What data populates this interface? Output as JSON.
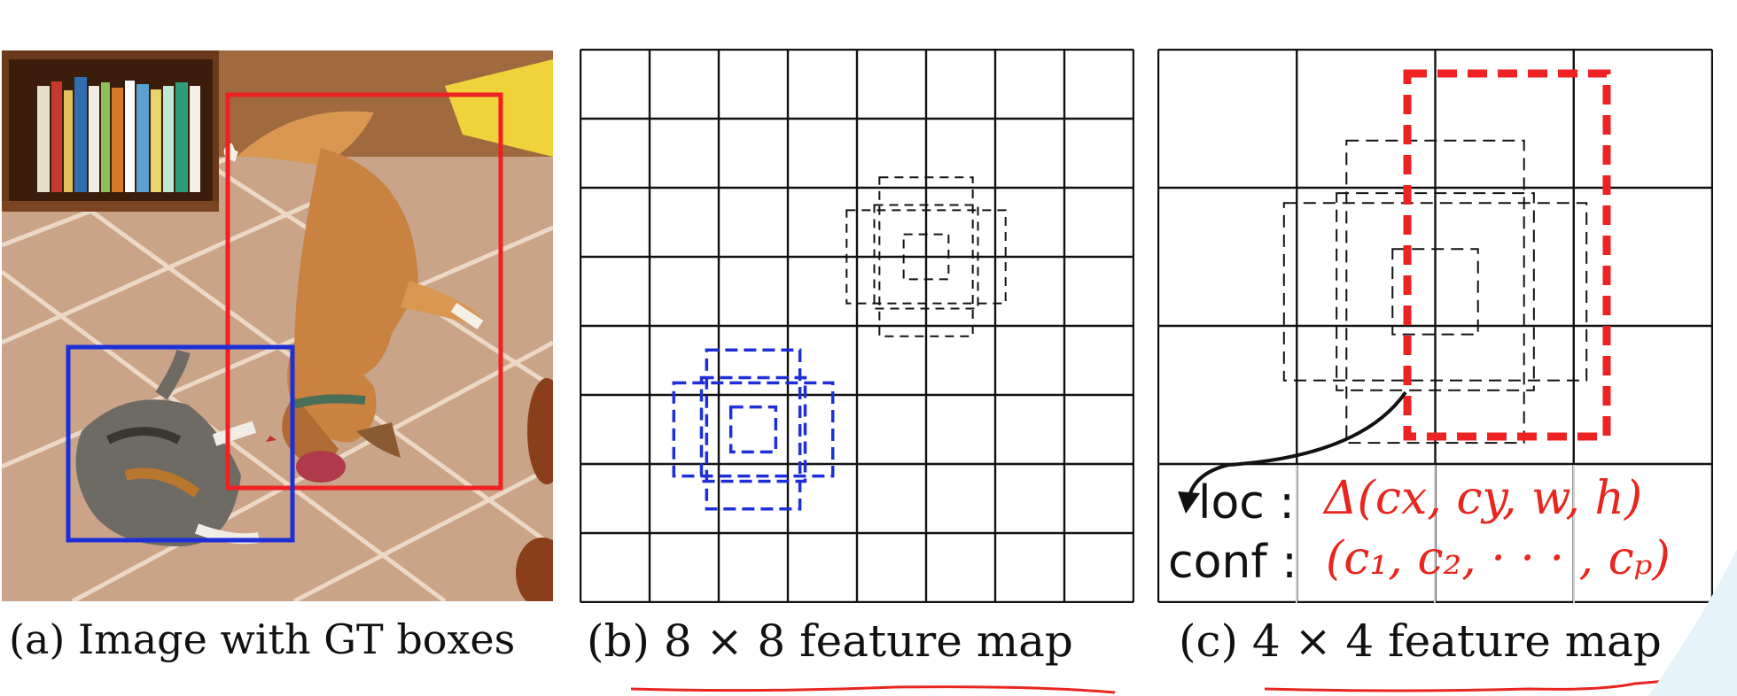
{
  "panels": {
    "a": {
      "caption": "(a) Image with GT boxes",
      "gt_boxes": [
        {
          "label": "dog",
          "color": "#ee2222"
        },
        {
          "label": "cat",
          "color": "#1f2fd6"
        }
      ]
    },
    "b": {
      "caption": "(b) 8 × 8 feature map",
      "grid_size": 8,
      "matched_color": "#1f2fd6",
      "default_color": "#111111"
    },
    "c": {
      "caption": "(c) 4 × 4 feature map",
      "grid_size": 4,
      "matched_color": "#ee2222",
      "default_color": "#111111",
      "loc_label": "loc :",
      "loc_value": "Δ(cx, cy, w, h)",
      "conf_label": "conf :",
      "conf_value": "(c₁, c₂, · · · , cₚ)"
    }
  },
  "colors": {
    "underline": "#e8261f",
    "annotation": "#e8261f"
  }
}
